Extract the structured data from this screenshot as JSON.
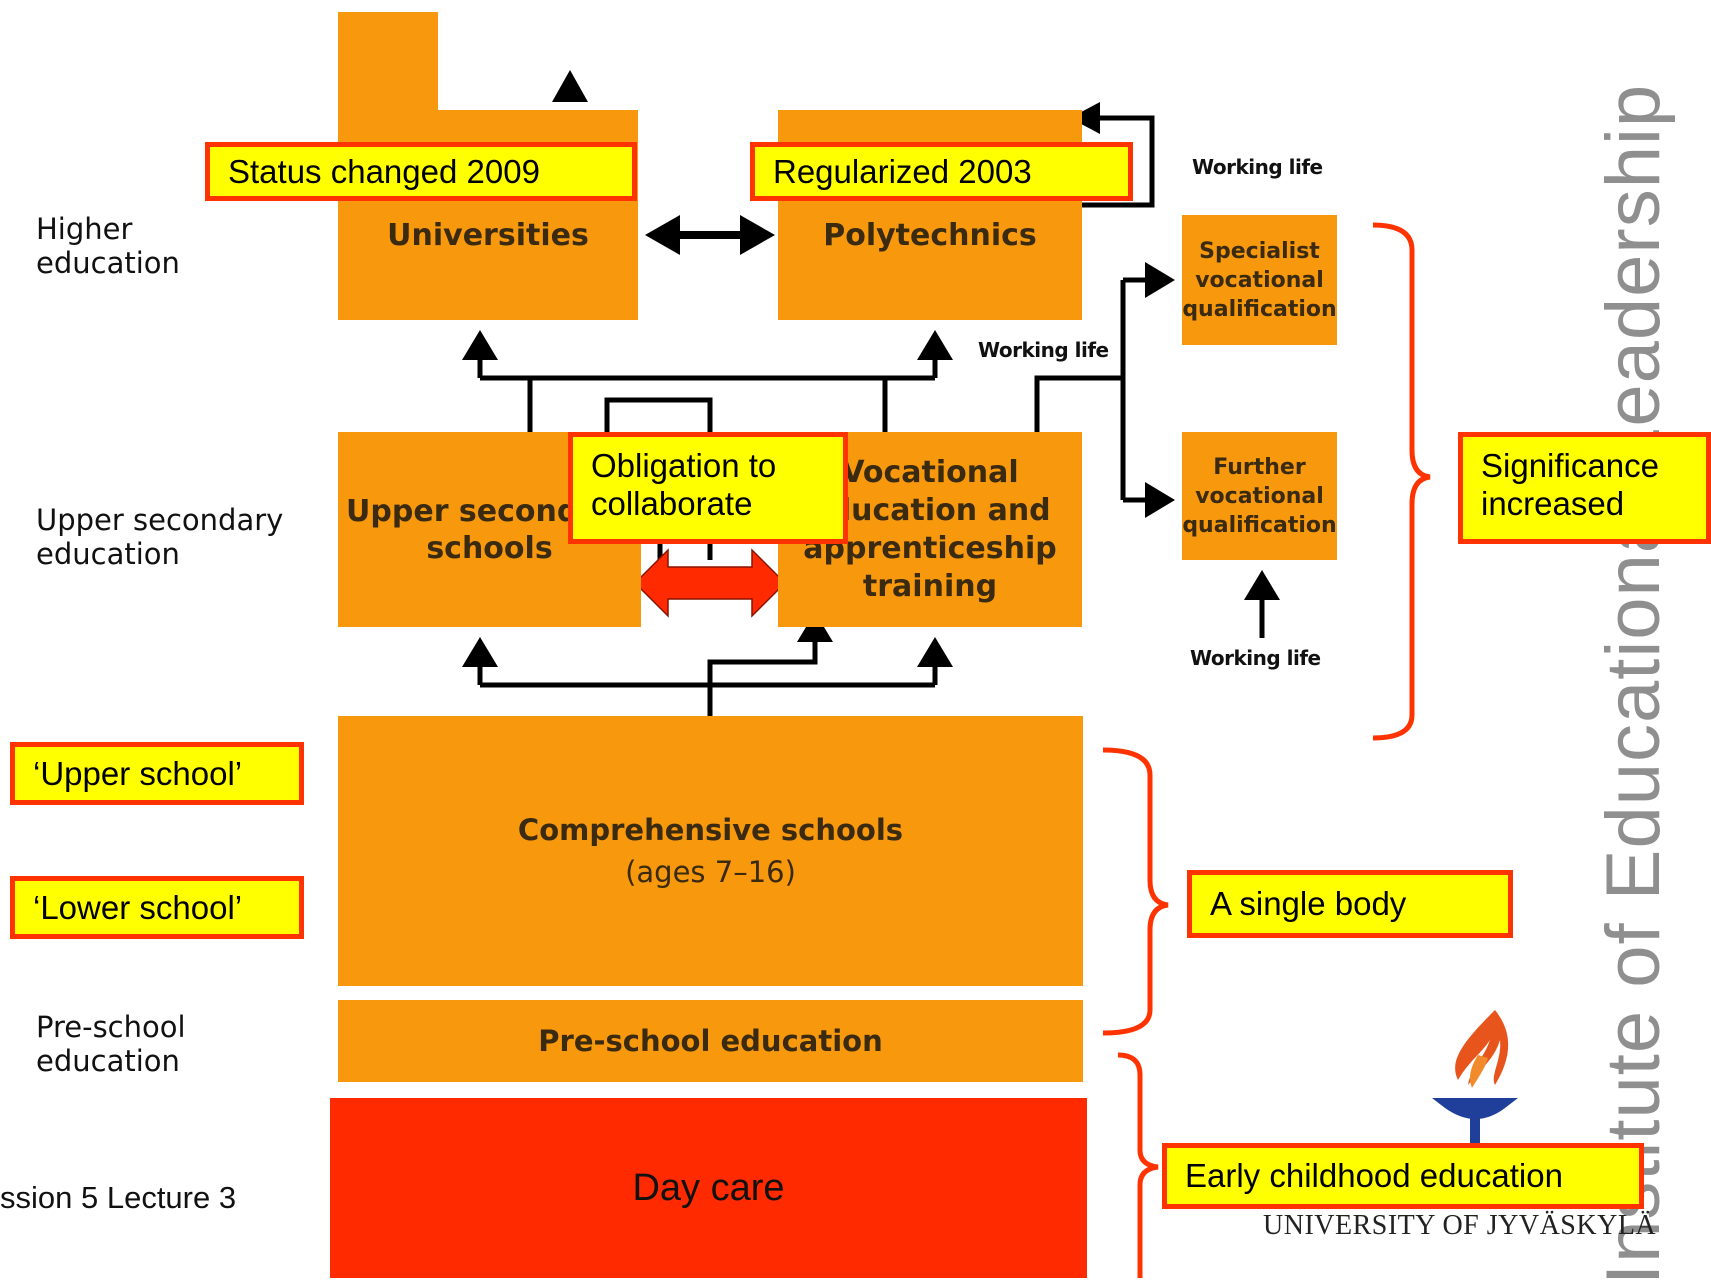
{
  "levels": {
    "higher": "Higher\neducation",
    "upper_secondary": "Upper secondary\neducation",
    "preschool": "Pre-school\neducation"
  },
  "boxes": {
    "universities": "Universities",
    "polytechnics": "Polytechnics",
    "upper_secondary_schools": "Upper secondary\nschools",
    "vocational": "Vocational\neducation and\napprenticeship\ntraining",
    "specialist": "Specialist\nvocational\nqualification",
    "further": "Further\nvocational\nqualification",
    "comprehensive_title": "Comprehensive schools",
    "comprehensive_ages": "(ages 7–16)",
    "preschool_education": "Pre-school education",
    "day_care": "Day care"
  },
  "working_life": [
    "Working life",
    "Working life",
    "Working life"
  ],
  "callouts": {
    "status_changed": "Status changed 2009",
    "regularized": "Regularized  2003",
    "obligation": "Obligation to\ncollaborate",
    "significance": "Significance\nincreased",
    "upper_school": "‘Upper school’",
    "lower_school": "‘Lower school’",
    "single_body": "A  single body",
    "early_childhood": "Early childhood education"
  },
  "footer": {
    "session": "ssion 5 Lecture 3",
    "university": "UNIVERSITY OF JYVÄSKYLÄ",
    "watermark": "Institute of Educational Leadership"
  },
  "colors": {
    "box": "#f7980d",
    "day_care": "#ff2a00",
    "callout_fill": "#ffff00",
    "callout_border": "#ff3300",
    "bracket": "#ff3300"
  }
}
